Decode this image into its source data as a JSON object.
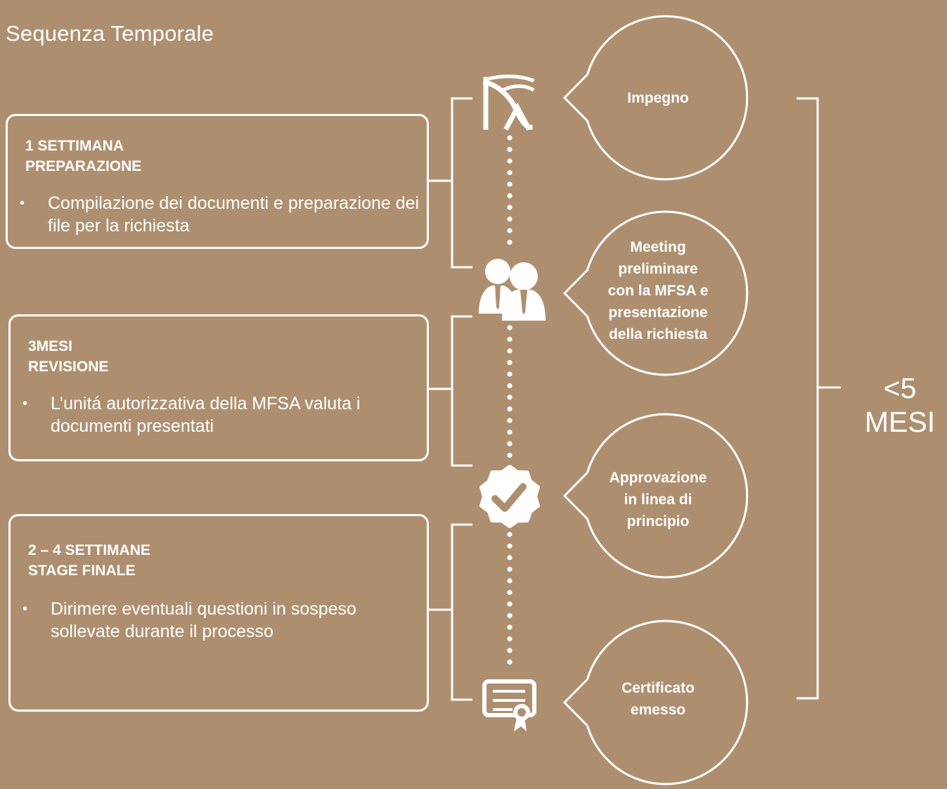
{
  "title": "Sequenza Temporale",
  "phases": [
    {
      "duration": "1 SETTIMANA",
      "name": "PREPARAZIONE",
      "items": [
        "Compilazione dei documenti e preparazione dei file per la richiesta"
      ]
    },
    {
      "duration": "3MESI",
      "name": "REVISIONE",
      "items": [
        "L’unitá autorizzativa della MFSA valuta i documenti presentati"
      ]
    },
    {
      "duration": "2 – 4 SETTIMANE",
      "name": "STAGE FINALE",
      "items": [
        "Dirimere eventuali questioni in sospeso sollevate durante il processo"
      ]
    }
  ],
  "milestones": [
    {
      "icon": "commitment-icon",
      "label": "Impegno"
    },
    {
      "icon": "meeting-people-icon",
      "label": "Meeting\npreliminare\ncon la MFSA e\npresentazione\ndella richiesta"
    },
    {
      "icon": "approval-badge-icon",
      "label": "Approvazione\nin linea di\nprincipio"
    },
    {
      "icon": "certificate-icon",
      "label": "Certificato\nemesso"
    }
  ],
  "total_duration": {
    "value": "<5",
    "unit": "MESI"
  },
  "colors": {
    "background": "#ad8f70",
    "foreground": "#ffffff"
  }
}
